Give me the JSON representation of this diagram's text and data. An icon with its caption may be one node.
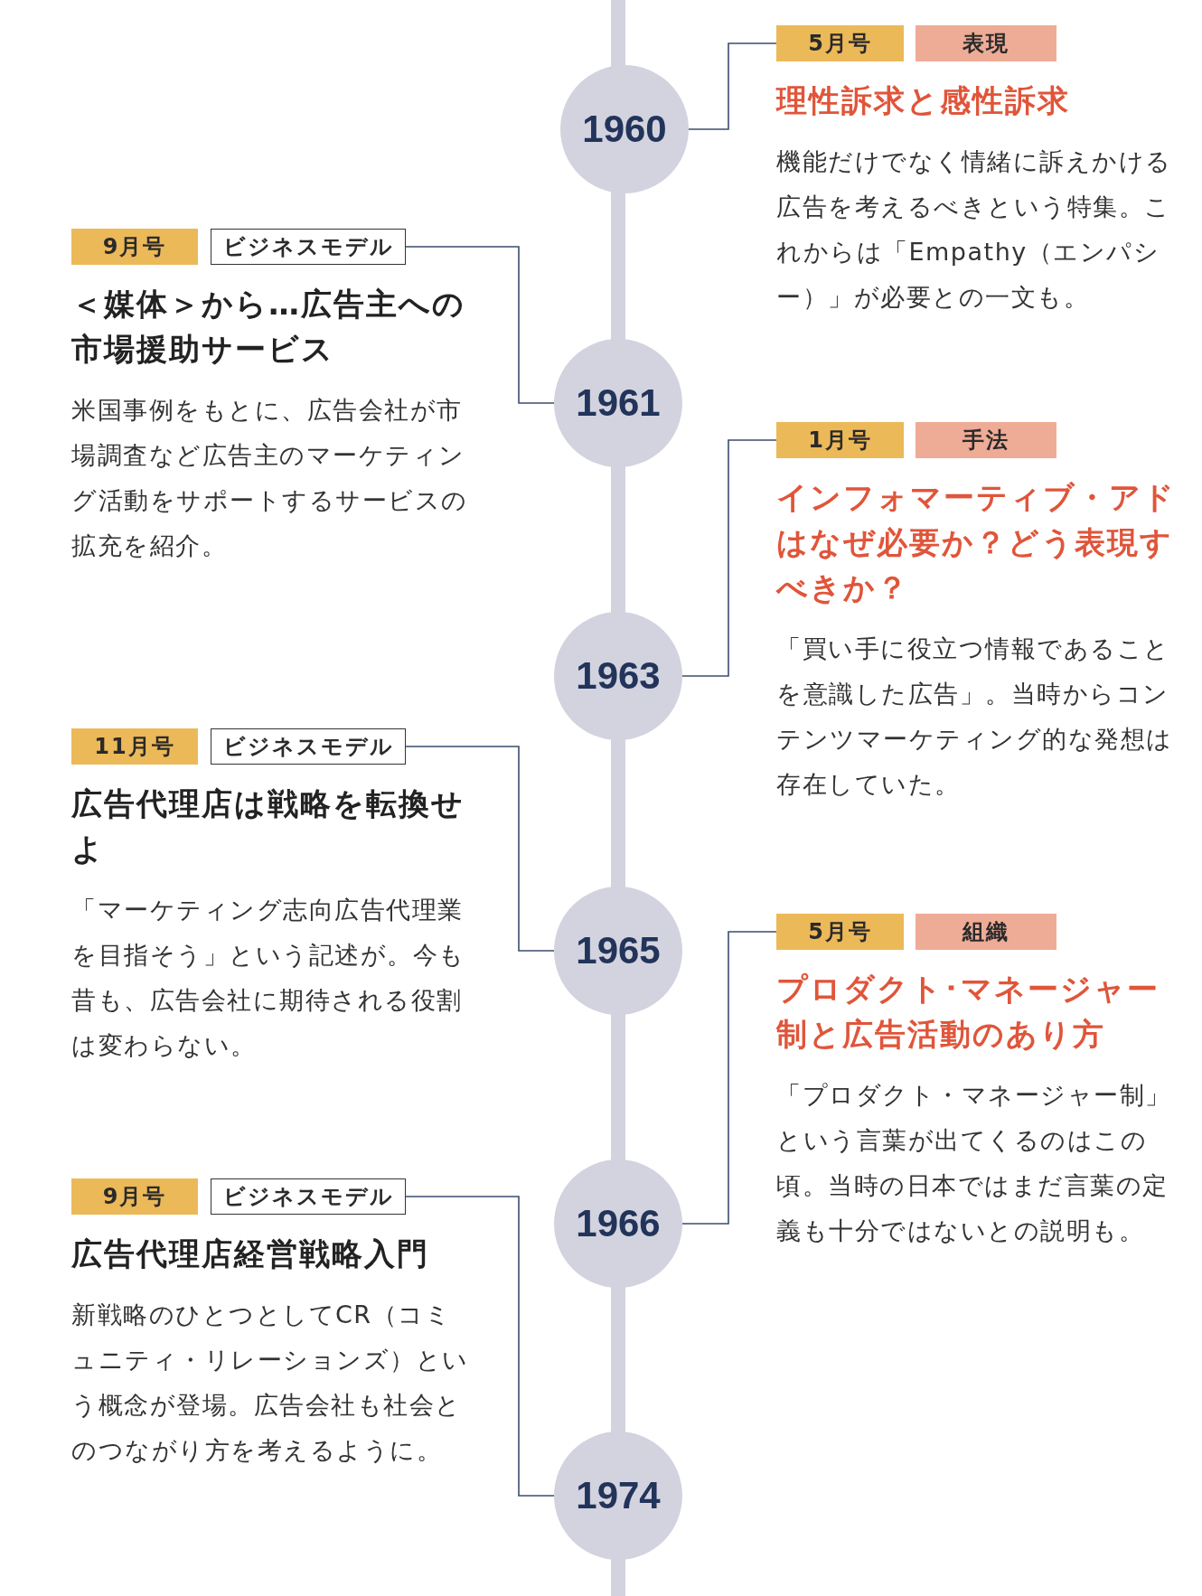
{
  "diagram": {
    "nodes": [
      {
        "text": [
          "1960"
        ]
      },
      {
        "text": [
          "1961"
        ]
      },
      {
        "text": [
          "1963"
        ]
      },
      {
        "text": [
          "1965"
        ]
      },
      {
        "text": [
          "1966"
        ]
      },
      {
        "text": [
          "1974"
        ]
      },
      {
        "text": [
          "5月号"
        ],
        "beside": [
          "理性訴求と感性訴求",
          "機能だけでなく情緒に訴えかける広告を考えるべきという特集。これからは「Empathy（エンパシー）」が必要との一文も。"
        ]
      },
      {
        "text": [
          "表現"
        ]
      },
      {
        "text": [
          "9月号"
        ],
        "beside": [
          "＜媒体＞から…広告主への市場援助サービス",
          "米国事例をもとに、広告会社が市場調査など広告主のマーケティング活動をサポートするサービスの拡充を紹介。"
        ]
      },
      {
        "text": [
          "ビジネスモデル"
        ]
      },
      {
        "text": [
          "1月号"
        ],
        "beside": [
          "インフォマーティブ・アドはなぜ必要か？どう表現すべきか？",
          "「買い手に役立つ情報であることを意識した広告」。当時からコンテンツマーケティング的な発想は存在していた。"
        ]
      },
      {
        "text": [
          "手法"
        ]
      },
      {
        "text": [
          "11月号"
        ],
        "beside": [
          "広告代理店は戦略を転換せよ",
          "「マーケティング志向広告代理業を目指そう」という記述が。今も昔も、広告会社に期待される役割は変わらない。"
        ]
      },
      {
        "text": [
          "ビジネスモデル"
        ]
      },
      {
        "text": [
          "5月号"
        ],
        "beside": [
          "プロダクト･マネージャー制と広告活動のあり方",
          "「プロダクト・マネージャー制」という言葉が出てくるのはこの頃。当時の日本ではまだ言葉の定義も十分ではないとの説明も。"
        ]
      },
      {
        "text": [
          "組織"
        ]
      },
      {
        "text": [
          "9月号"
        ],
        "beside": [
          "広告代理店経営戦略入門",
          "新戦略のひとつとしてCR（コミュニティ・リレーションズ）という概念が登場。広告会社も社会とのつながり方を考えるように。"
        ]
      },
      {
        "text": [
          "ビジネスモデル"
        ]
      },
      {
        "text": [],
        "shape": "bar"
      }
    ],
    "edges": [
      {
        "from": 0,
        "to": 6,
        "arrow": "none"
      },
      {
        "from": 1,
        "to": 9,
        "arrow": "none"
      },
      {
        "from": 2,
        "to": 10,
        "arrow": "none"
      },
      {
        "from": 3,
        "to": 13,
        "arrow": "none"
      },
      {
        "from": 4,
        "to": 14,
        "arrow": "none"
      },
      {
        "from": 5,
        "to": 17,
        "arrow": "none"
      }
    ]
  }
}
